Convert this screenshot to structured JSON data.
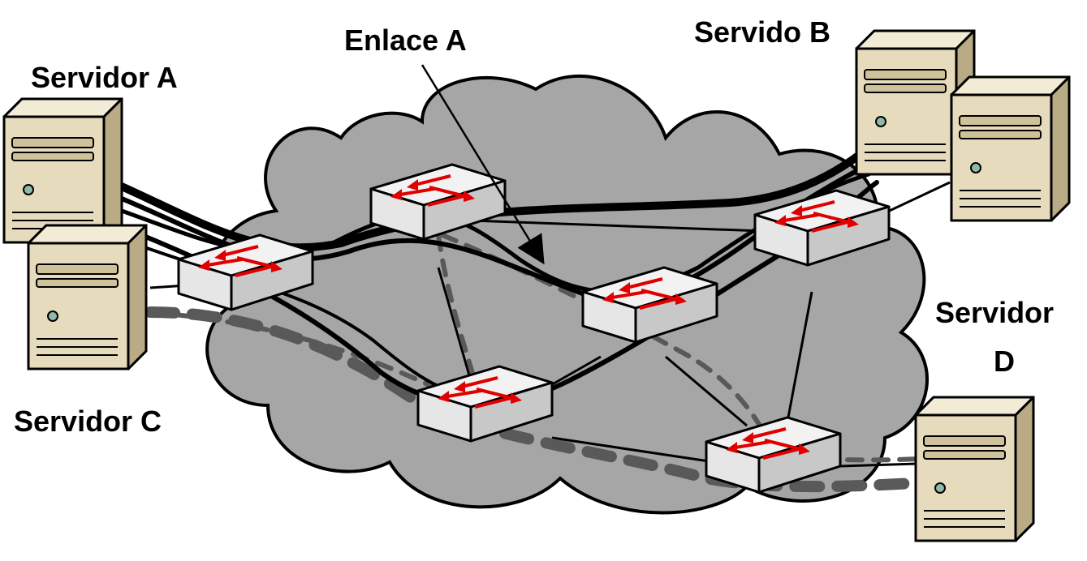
{
  "labels": {
    "server_a": "Servidor A",
    "server_b": "Servido B",
    "server_c": "Servidor C",
    "server_d_line1": "Servidor",
    "server_d_line2": "D",
    "link_a": "Enlace A"
  },
  "colors": {
    "cloud": "#a6a6a6",
    "server_body": "#ddd2b2",
    "switch_body": "#ececec",
    "arrow": "#e00000",
    "dashed_path": "#595959"
  },
  "icons": {
    "server": "server-tower-icon",
    "switch": "network-switch-icon",
    "cloud": "network-cloud-icon"
  }
}
